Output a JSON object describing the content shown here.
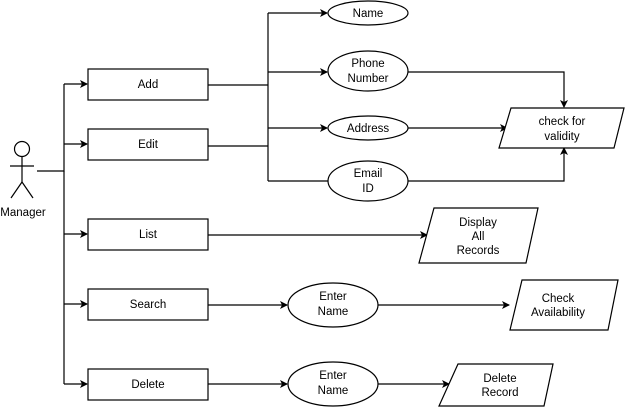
{
  "actor": {
    "label": "Manager"
  },
  "actions": {
    "add": "Add",
    "edit": "Edit",
    "list": "List",
    "search": "Search",
    "delete": "Delete"
  },
  "fields": {
    "name": "Name",
    "phone": [
      "Phone",
      "Number"
    ],
    "address": "Address",
    "email": [
      "Email",
      "ID"
    ]
  },
  "outputs": {
    "validity": [
      "check for",
      "validity"
    ],
    "display": [
      "Display",
      "All",
      "Records"
    ],
    "check_availability": [
      "Check",
      "Availability"
    ],
    "delete_record": [
      "Delete",
      "Record"
    ]
  },
  "inputs": {
    "search_enter_name": [
      "Enter",
      "Name"
    ],
    "delete_enter_name": [
      "Enter",
      "Name"
    ]
  }
}
